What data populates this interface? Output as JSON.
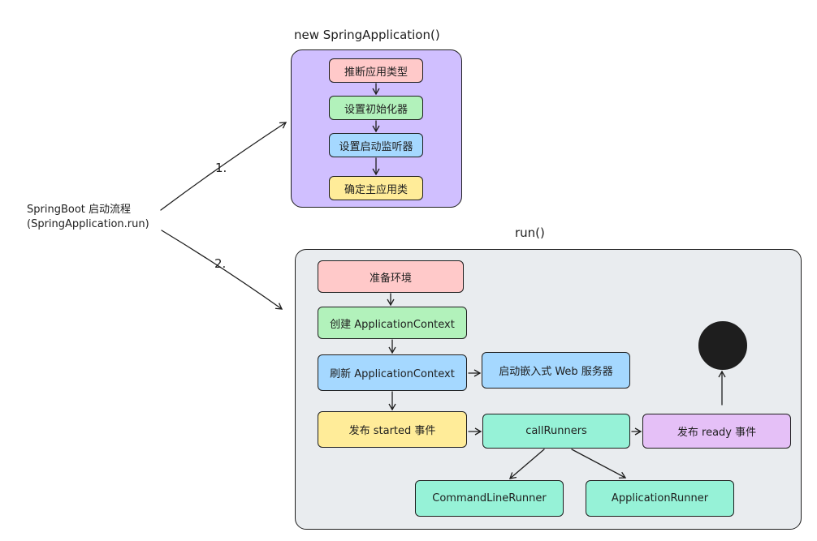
{
  "entry": {
    "line1": "SpringBoot 启动流程",
    "line2": "(SpringApplication.run)"
  },
  "steps": {
    "first": "1.",
    "second": "2."
  },
  "init_group": {
    "title": "new SpringApplication()",
    "fill": "#d0bfff",
    "items": [
      "推断应用类型",
      "设置初始化器",
      "设置启动监听器",
      "确定主应用类"
    ]
  },
  "run_group": {
    "title": "run()",
    "fill": "#e9ecef",
    "prepare_env": "准备环境",
    "create_context": "创建 ApplicationContext",
    "refresh_context": "刷新 ApplicationContext",
    "start_web_server": "启动嵌入式 Web 服务器",
    "publish_started": "发布 started 事件",
    "call_runners": "callRunners",
    "publish_ready": "发布 ready 事件",
    "command_line_runner": "CommandLineRunner",
    "application_runner": "ApplicationRunner"
  }
}
